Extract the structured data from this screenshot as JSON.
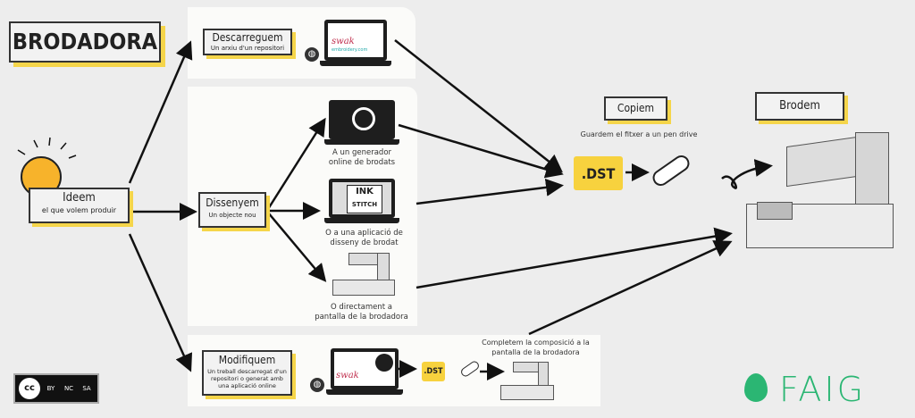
{
  "title": "BRODADORA",
  "idea": {
    "title": "Ideem",
    "subtitle": "el que volem produir"
  },
  "download": {
    "title": "Descarreguem",
    "subtitle": "Un arxiu d'un repositori",
    "site_logo": "swak",
    "site_logo_sub": "embroidery.com"
  },
  "design": {
    "title": "Dissenyem",
    "subtitle": "Un objecte nou",
    "options": [
      "A un generador online de brodats",
      "O a una aplicació de disseny de brodat",
      "O directament a pantalla de la brodadora"
    ],
    "inkstitch_logo_top": "INK",
    "inkstitch_logo_bottom": "STITCH"
  },
  "modify": {
    "title": "Modifiquem",
    "subtitle": "Un treball descarregat d'un repositori o generat amb una aplicació online",
    "file_label": ".DST",
    "note": "Completem la composició a la pantalla de la brodadora"
  },
  "copy": {
    "title": "Copiem",
    "subtitle": "Guardem el fitxer a un pen drive",
    "file_label": ".DST"
  },
  "embroider": {
    "title": "Brodem"
  },
  "license": {
    "text": "cc",
    "items": [
      "BY",
      "NC",
      "SA"
    ]
  },
  "brand": {
    "name": "FAIG",
    "color": "#2bb673"
  },
  "colors": {
    "accent": "#f5d54a",
    "folder": "#f7d23e"
  }
}
